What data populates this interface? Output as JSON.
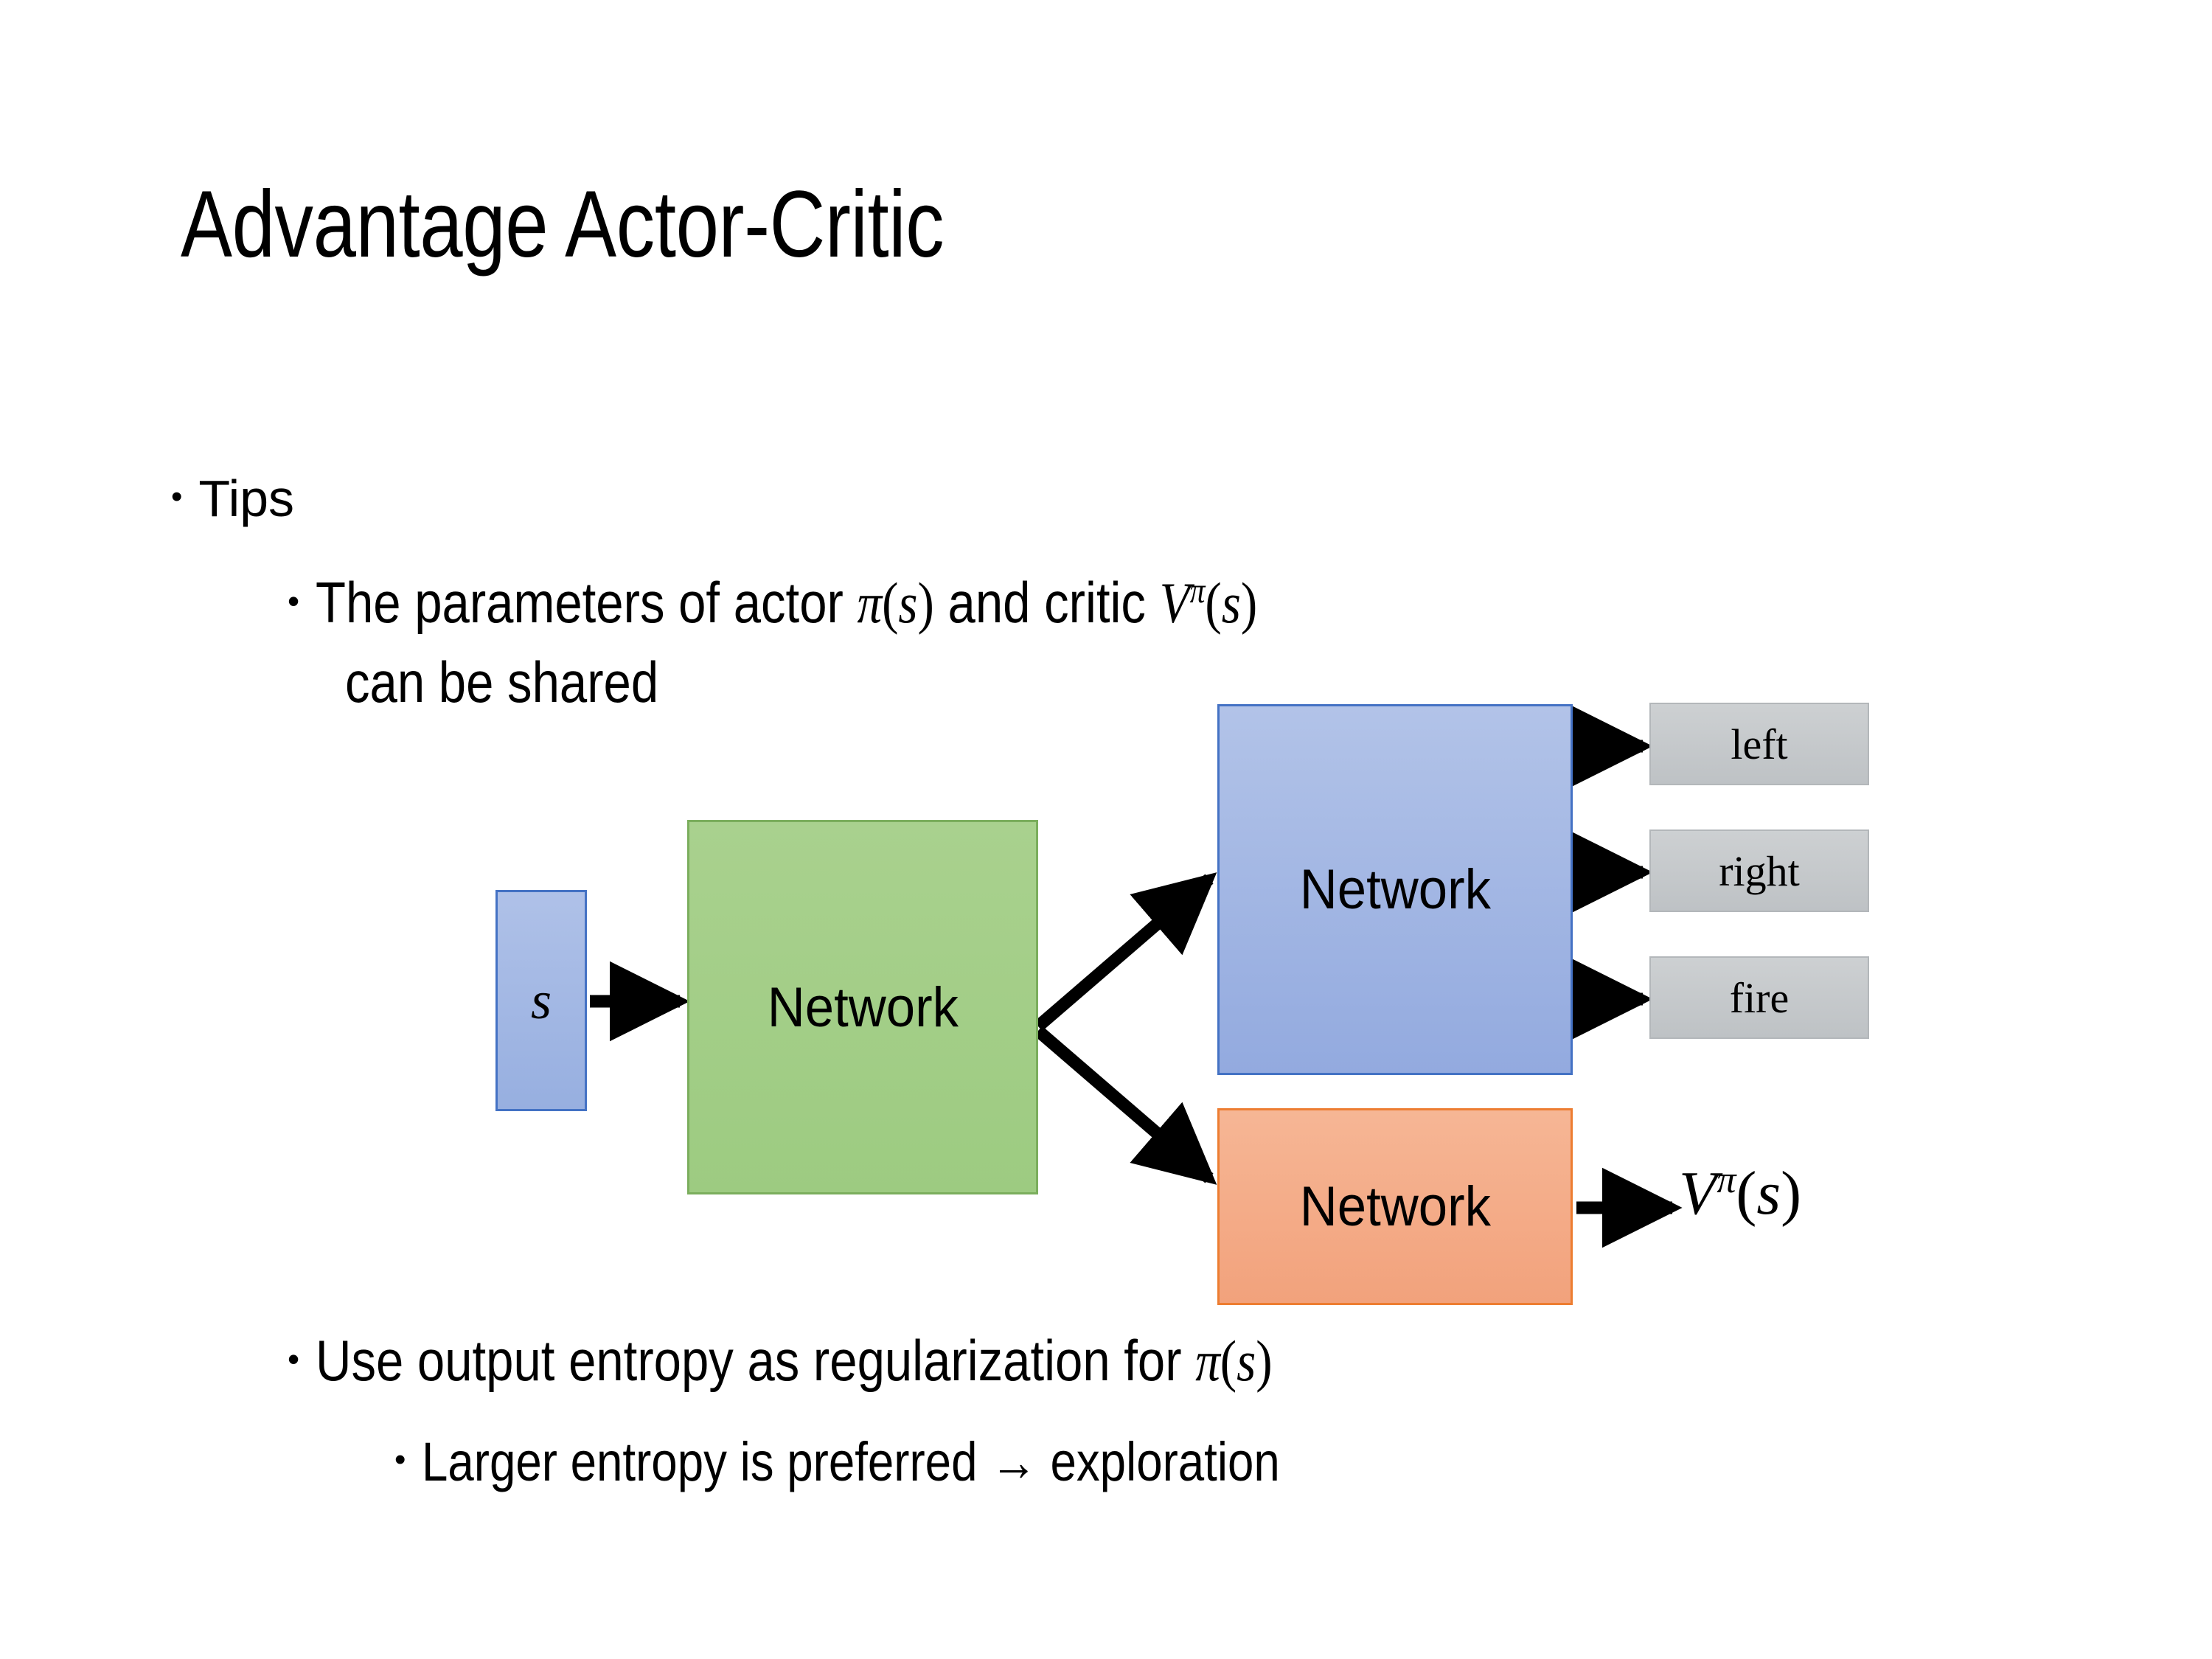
{
  "slide": {
    "title": "Advantage Actor-Critic",
    "bullets": [
      {
        "level": 1,
        "marker": "•",
        "text": "Tips"
      },
      {
        "level": 2,
        "marker": "•",
        "text_prefix": "The parameters of actor ",
        "math_1": "π(s)",
        "text_mid": "  and critic ",
        "math_2": "Vπ(s)",
        "text_line2": "can be shared"
      },
      {
        "level": 2,
        "marker": "•",
        "text_prefix": "Use output entropy as regularization for ",
        "math_1": "π(s)"
      },
      {
        "level": 3,
        "marker": "•",
        "text": "Larger entropy is preferred → exploration"
      }
    ],
    "bullet_tips_label": "Tips",
    "bullet_shared_prefix": "The parameters of actor ",
    "bullet_shared_mid": "  and critic ",
    "bullet_shared_line2": "can be shared",
    "bullet_entropy_prefix": "Use output entropy as regularization for ",
    "bullet_larger_label": "Larger entropy is preferred → exploration"
  },
  "math": {
    "pi_symbol": "π",
    "v_symbol": "V",
    "s_symbol": "s",
    "open_paren": "(",
    "close_paren": ")",
    "pi_of_s": "π(s)",
    "v_pi_of_s": "Vπ(s)"
  },
  "diagram": {
    "state_label": "s",
    "shared_network_label": "Network",
    "actor_network_label": "Network",
    "critic_network_label": "Network",
    "actions": [
      {
        "label": "left"
      },
      {
        "label": "right"
      },
      {
        "label": "fire"
      }
    ],
    "value_output_label": "Vπ(s)",
    "colors": {
      "state_fill": "#9EB5E2",
      "state_border": "#4472C4",
      "shared_fill": "#A9D18E",
      "shared_border": "#7BAE5D",
      "actor_fill": "#9FB5E4",
      "actor_border": "#4472C4",
      "critic_fill": "#F4A582",
      "critic_border": "#ED7D31",
      "action_fill": "#C5C9CC",
      "action_border": "#B3B7BA",
      "arrow": "#000000",
      "text": "#000000",
      "background": "#FFFFFF"
    }
  }
}
